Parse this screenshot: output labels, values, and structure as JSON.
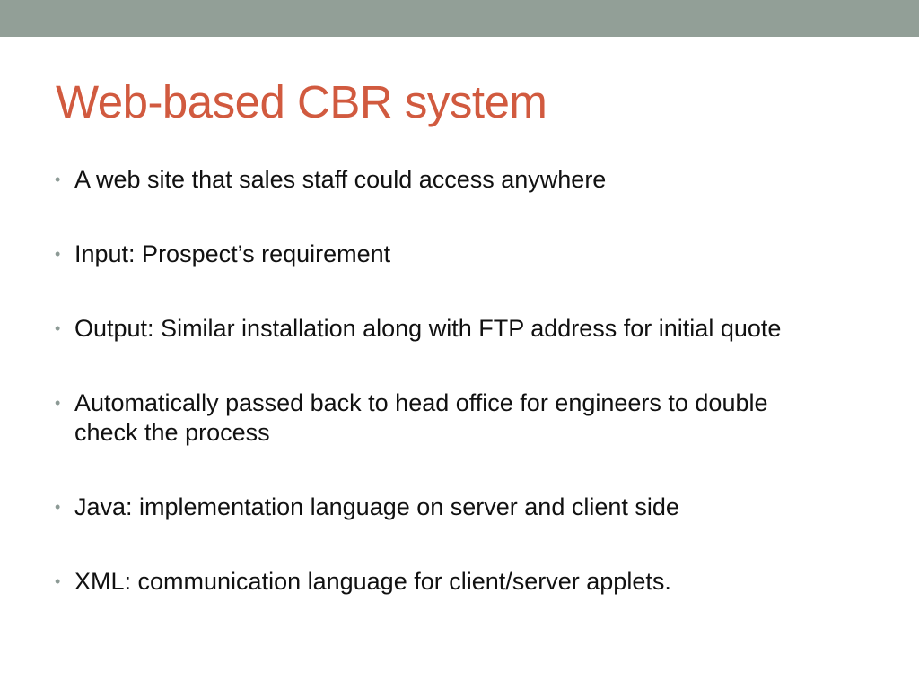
{
  "slide": {
    "title": "Web-based CBR system",
    "title_color": "#d15a3f",
    "bullet_color": "#8c9a95",
    "top_bar_color": "#929f97",
    "bullets": [
      "A web site that sales staff could access anywhere",
      "Input: Prospect’s requirement",
      "Output: Similar installation along with FTP address for initial quote",
      "Automatically passed back to head office for engineers to double check the process",
      "Java: implementation language on server and client side",
      "XML: communication language for client/server applets."
    ]
  }
}
